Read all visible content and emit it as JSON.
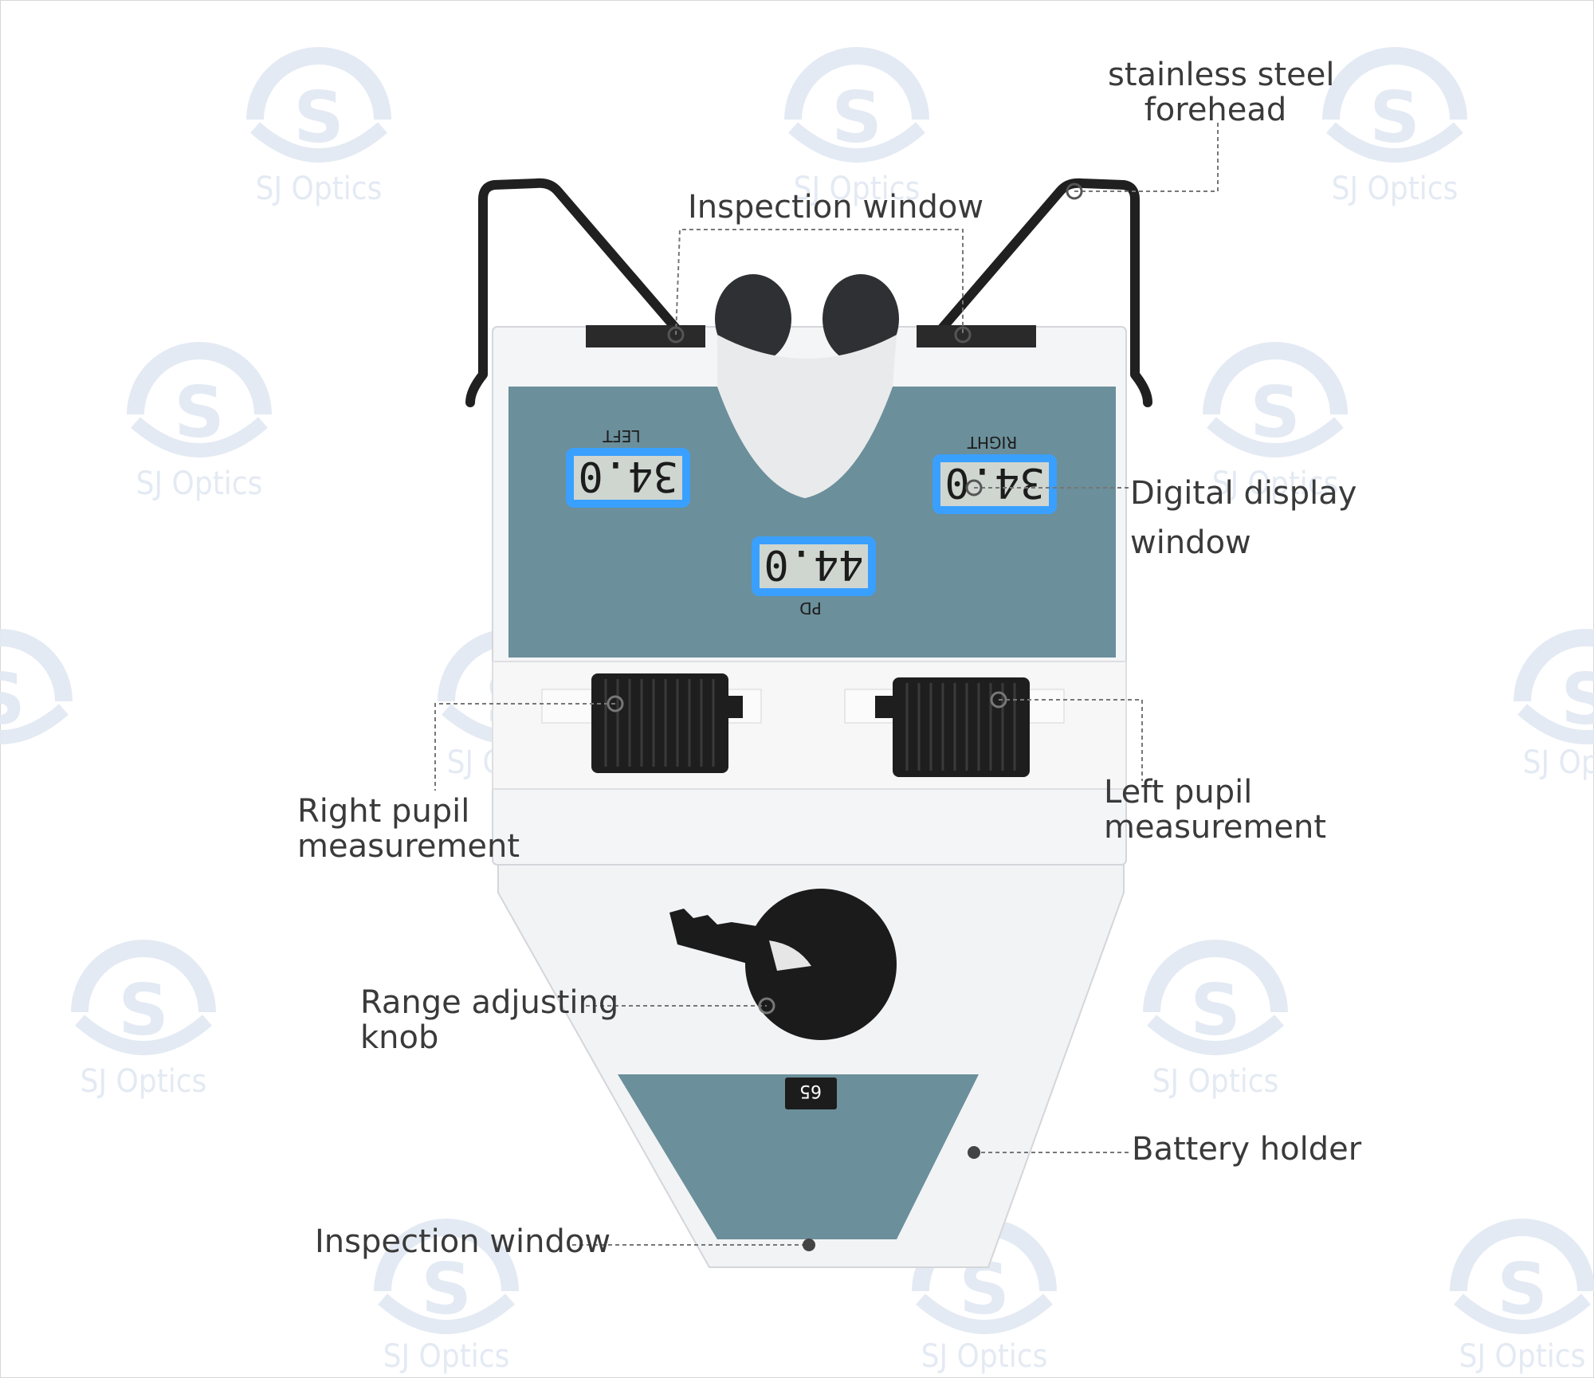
{
  "watermark": {
    "text": "SJ Optics",
    "color": "#e3e9f3"
  },
  "device": {
    "body_color": "#f2f3f5",
    "panel_color": "#6b8f9b",
    "display_glow": "#3aa0ff",
    "display_face": "#cfd6d0",
    "left_label": "LEFT",
    "right_label": "RIGHT",
    "pd_label": "PD",
    "left_value": "34.0",
    "right_value": "34.0",
    "pd_value": "44.0",
    "scale_value": "65"
  },
  "callouts": {
    "forehead": [
      "stainless steel",
      "forehead"
    ],
    "inspection_top": "Inspection window",
    "digital_display": [
      "Digital display",
      "window"
    ],
    "right_pupil": [
      "Right pupil",
      "measurement"
    ],
    "left_pupil": [
      "Left pupil",
      "measurement"
    ],
    "range_knob": [
      "Range adjusting",
      "knob"
    ],
    "battery": "Battery holder",
    "inspection_bottom": "Inspection window"
  }
}
